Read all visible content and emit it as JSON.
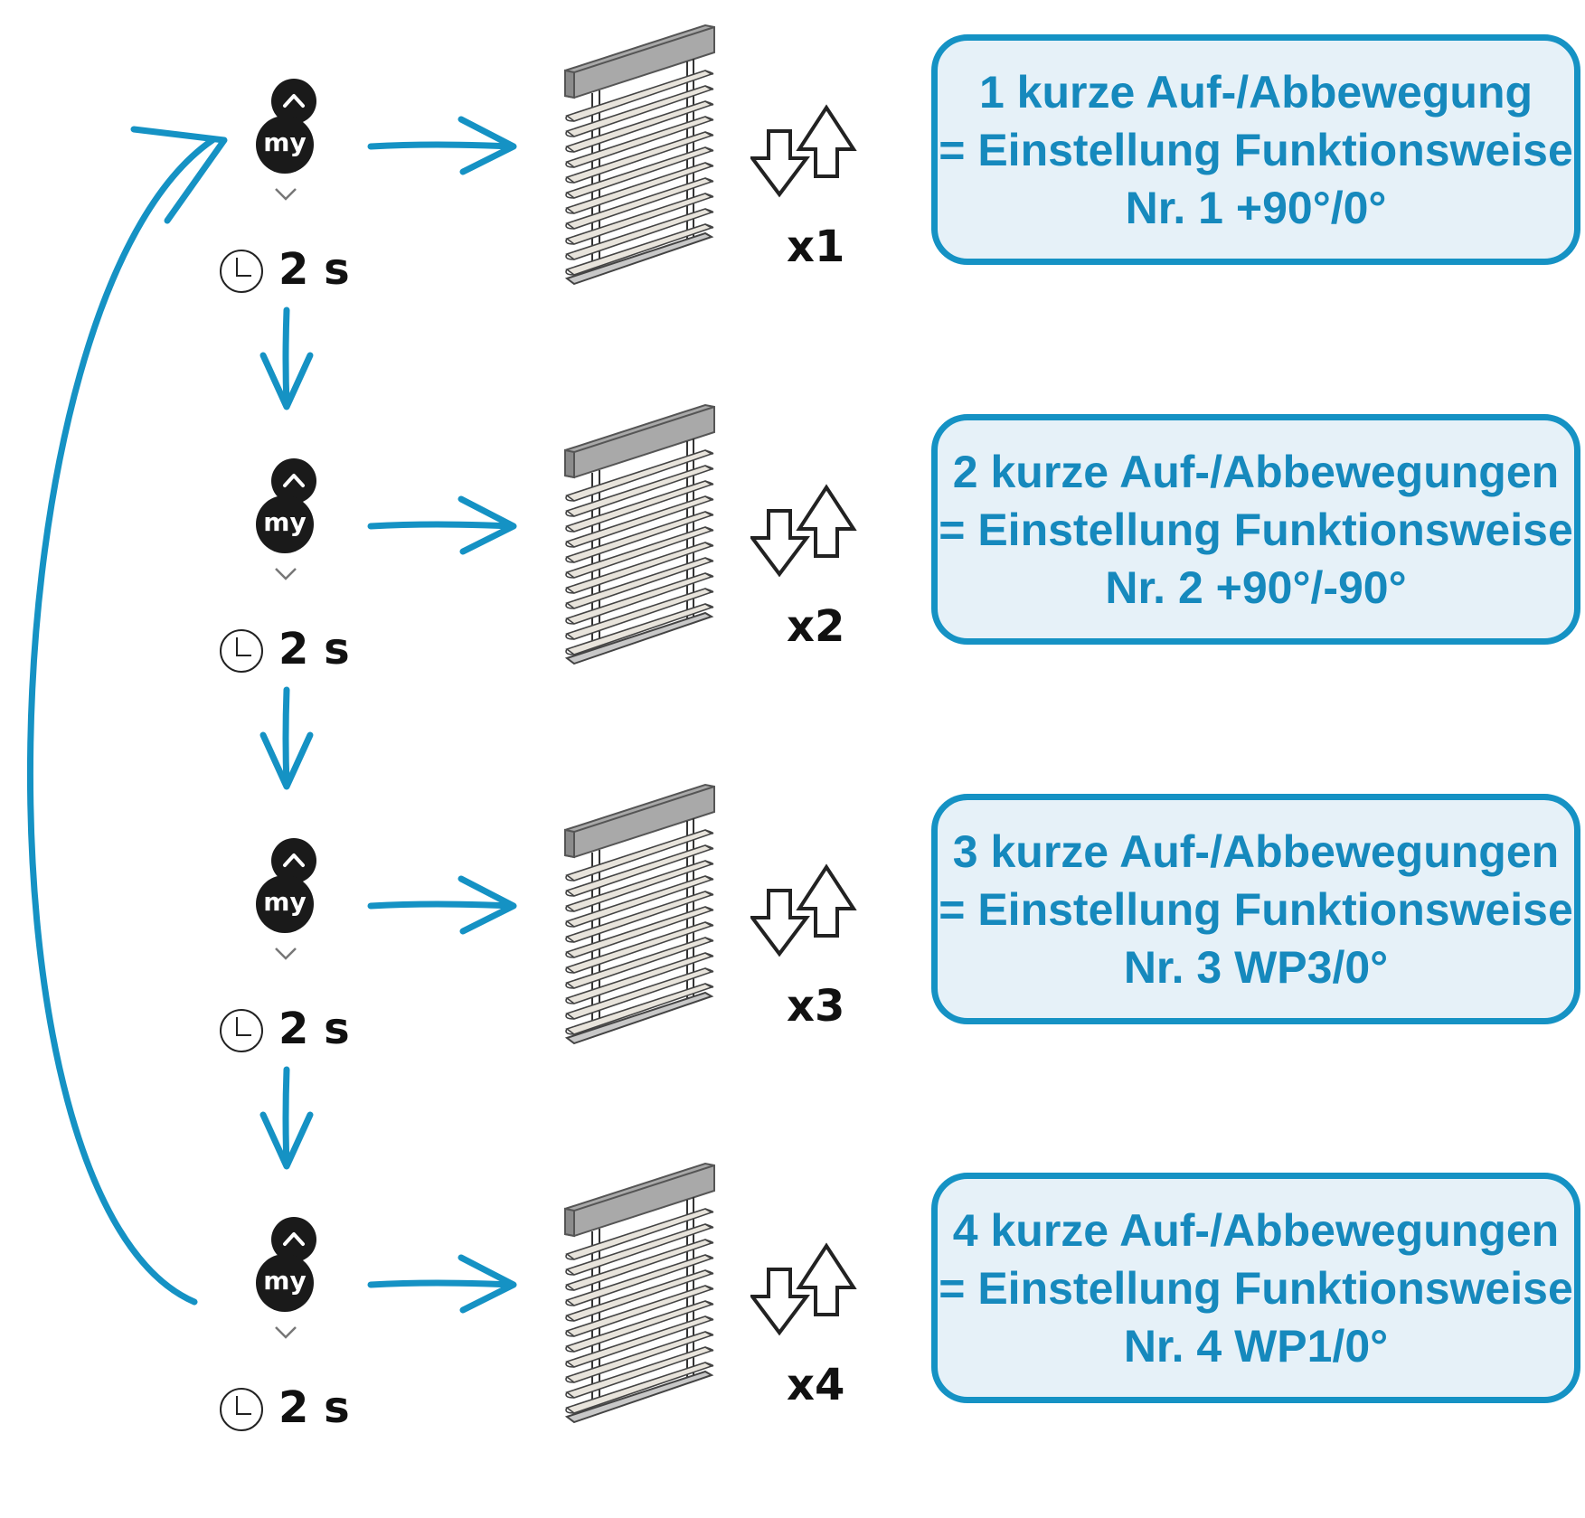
{
  "steps": [
    {
      "timer": "2 s",
      "count": "x1",
      "lines": [
        "1 kurze Auf-/Abbewegung",
        "= Einstellung Funktionsweise",
        "Nr. 1 +90°/0°"
      ]
    },
    {
      "timer": "2 s",
      "count": "x2",
      "lines": [
        "2 kurze Auf-/Abbewegungen",
        "= Einstellung Funktionsweise",
        "Nr. 2 +90°/-90°"
      ]
    },
    {
      "timer": "2 s",
      "count": "x3",
      "lines": [
        "3 kurze Auf-/Abbewegungen",
        "= Einstellung Funktionsweise",
        "Nr. 3 WP3/0°"
      ]
    },
    {
      "timer": "2 s",
      "count": "x4",
      "lines": [
        "4 kurze Auf-/Abbewegungen",
        "= Einstellung Funktionsweise",
        "Nr. 4 WP1/0°"
      ]
    }
  ],
  "remote": {
    "my_label": "my"
  },
  "icons": {
    "up": "chevron-up-icon",
    "down": "chevron-down-icon",
    "timer": "clock-icon",
    "movement": "up-down-arrows-icon",
    "blind": "venetian-blind-icon"
  },
  "colors": {
    "accent": "#1592c4",
    "box_fill": "#e6f1f8",
    "box_text": "#1689bd",
    "button": "#1a1a1a"
  }
}
